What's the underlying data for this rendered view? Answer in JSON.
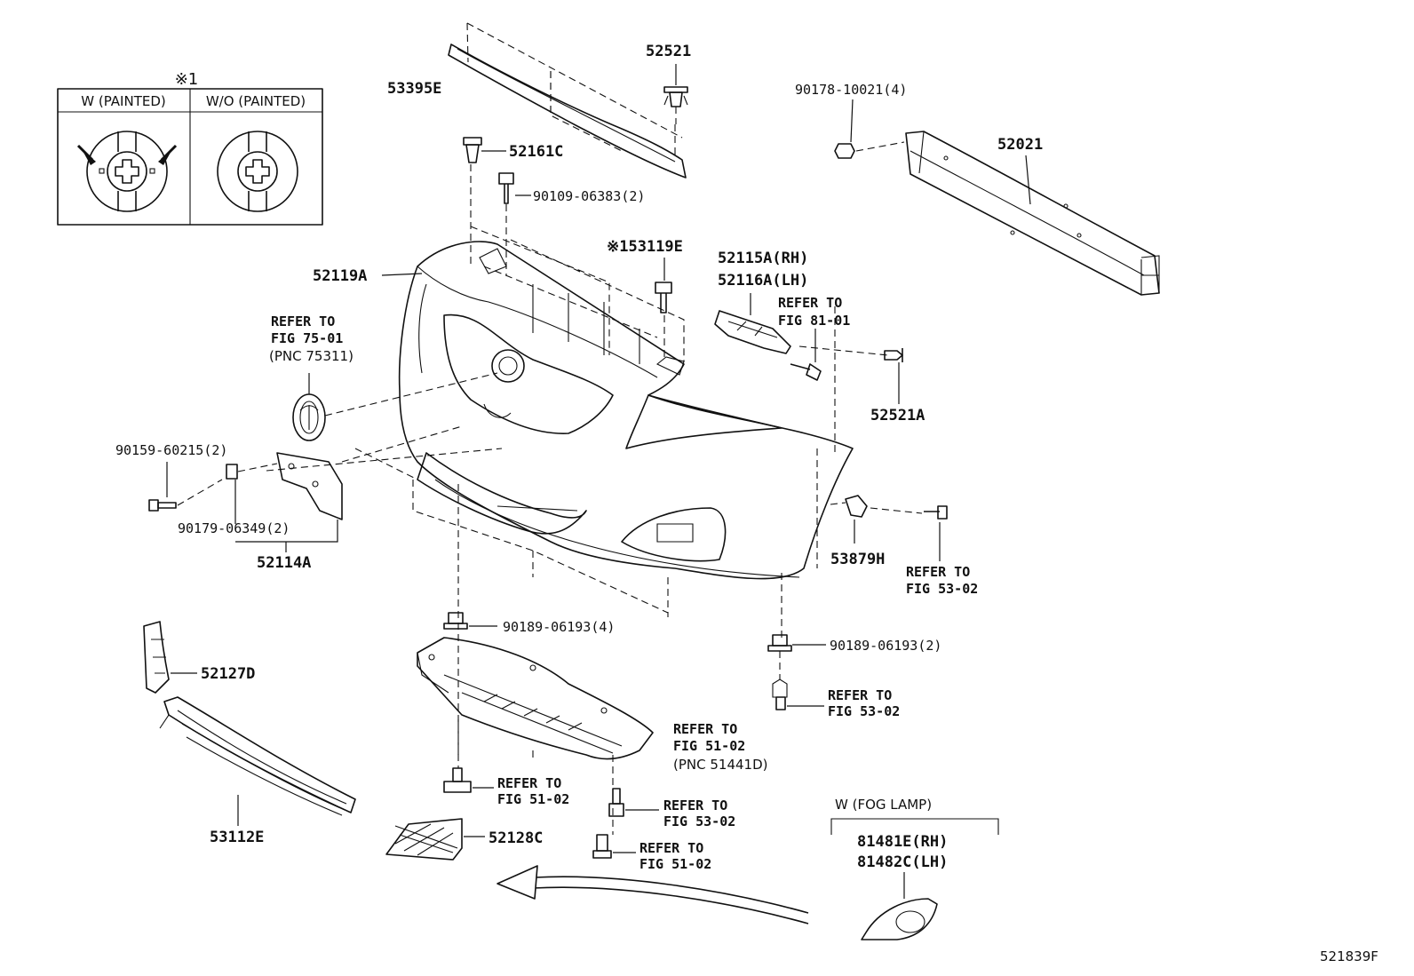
{
  "inset": {
    "mark": "※1",
    "col_w": "W (PAINTED)",
    "col_wo": "W/O (PAINTED)"
  },
  "parts": {
    "p53395E": "53395E",
    "p52521": "52521",
    "p52161C": "52161C",
    "p90109": "90109-06383(2)",
    "p90178": "90178-10021(4)",
    "p52021": "52021",
    "p53119E": "※153119E",
    "p52115A": "52115A(RH)",
    "p52116A": "52116A(LH)",
    "p52119A": "52119A",
    "p52521A": "52521A",
    "p90159": "90159-60215(2)",
    "p90179": "90179-06349(2)",
    "p52114A": "52114A",
    "p53879H": "53879H",
    "p90189a": "90189-06193(4)",
    "p90189b": "90189-06193(2)",
    "p52127D": "52127D",
    "p53112E": "53112E",
    "p52128C": "52128C",
    "p81481E": "81481E(RH)",
    "p81482C": "81482C(LH)"
  },
  "refs": {
    "r7501_a": "REFER TO",
    "r7501_b": "FIG 75-01",
    "r7501_c": "(PNC 75311)",
    "r8101_a": "REFER TO",
    "r8101_b": "FIG 81-01",
    "r5302a_a": "REFER TO",
    "r5302a_b": "FIG 53-02",
    "r5302b_a": "REFER TO",
    "r5302b_b": "FIG 53-02",
    "r5102a_a": "REFER TO",
    "r5102a_b": "FIG 51-02",
    "r5102a_c": "(PNC 51441D)",
    "r5102b_a": "REFER TO",
    "r5102b_b": "FIG 51-02",
    "r5302c_a": "REFER TO",
    "r5302c_b": "FIG 53-02",
    "r5102c_a": "REFER TO",
    "r5102c_b": "FIG 51-02"
  },
  "fog_lamp_note": "W (FOG LAMP)",
  "diagram_code": "521839F"
}
